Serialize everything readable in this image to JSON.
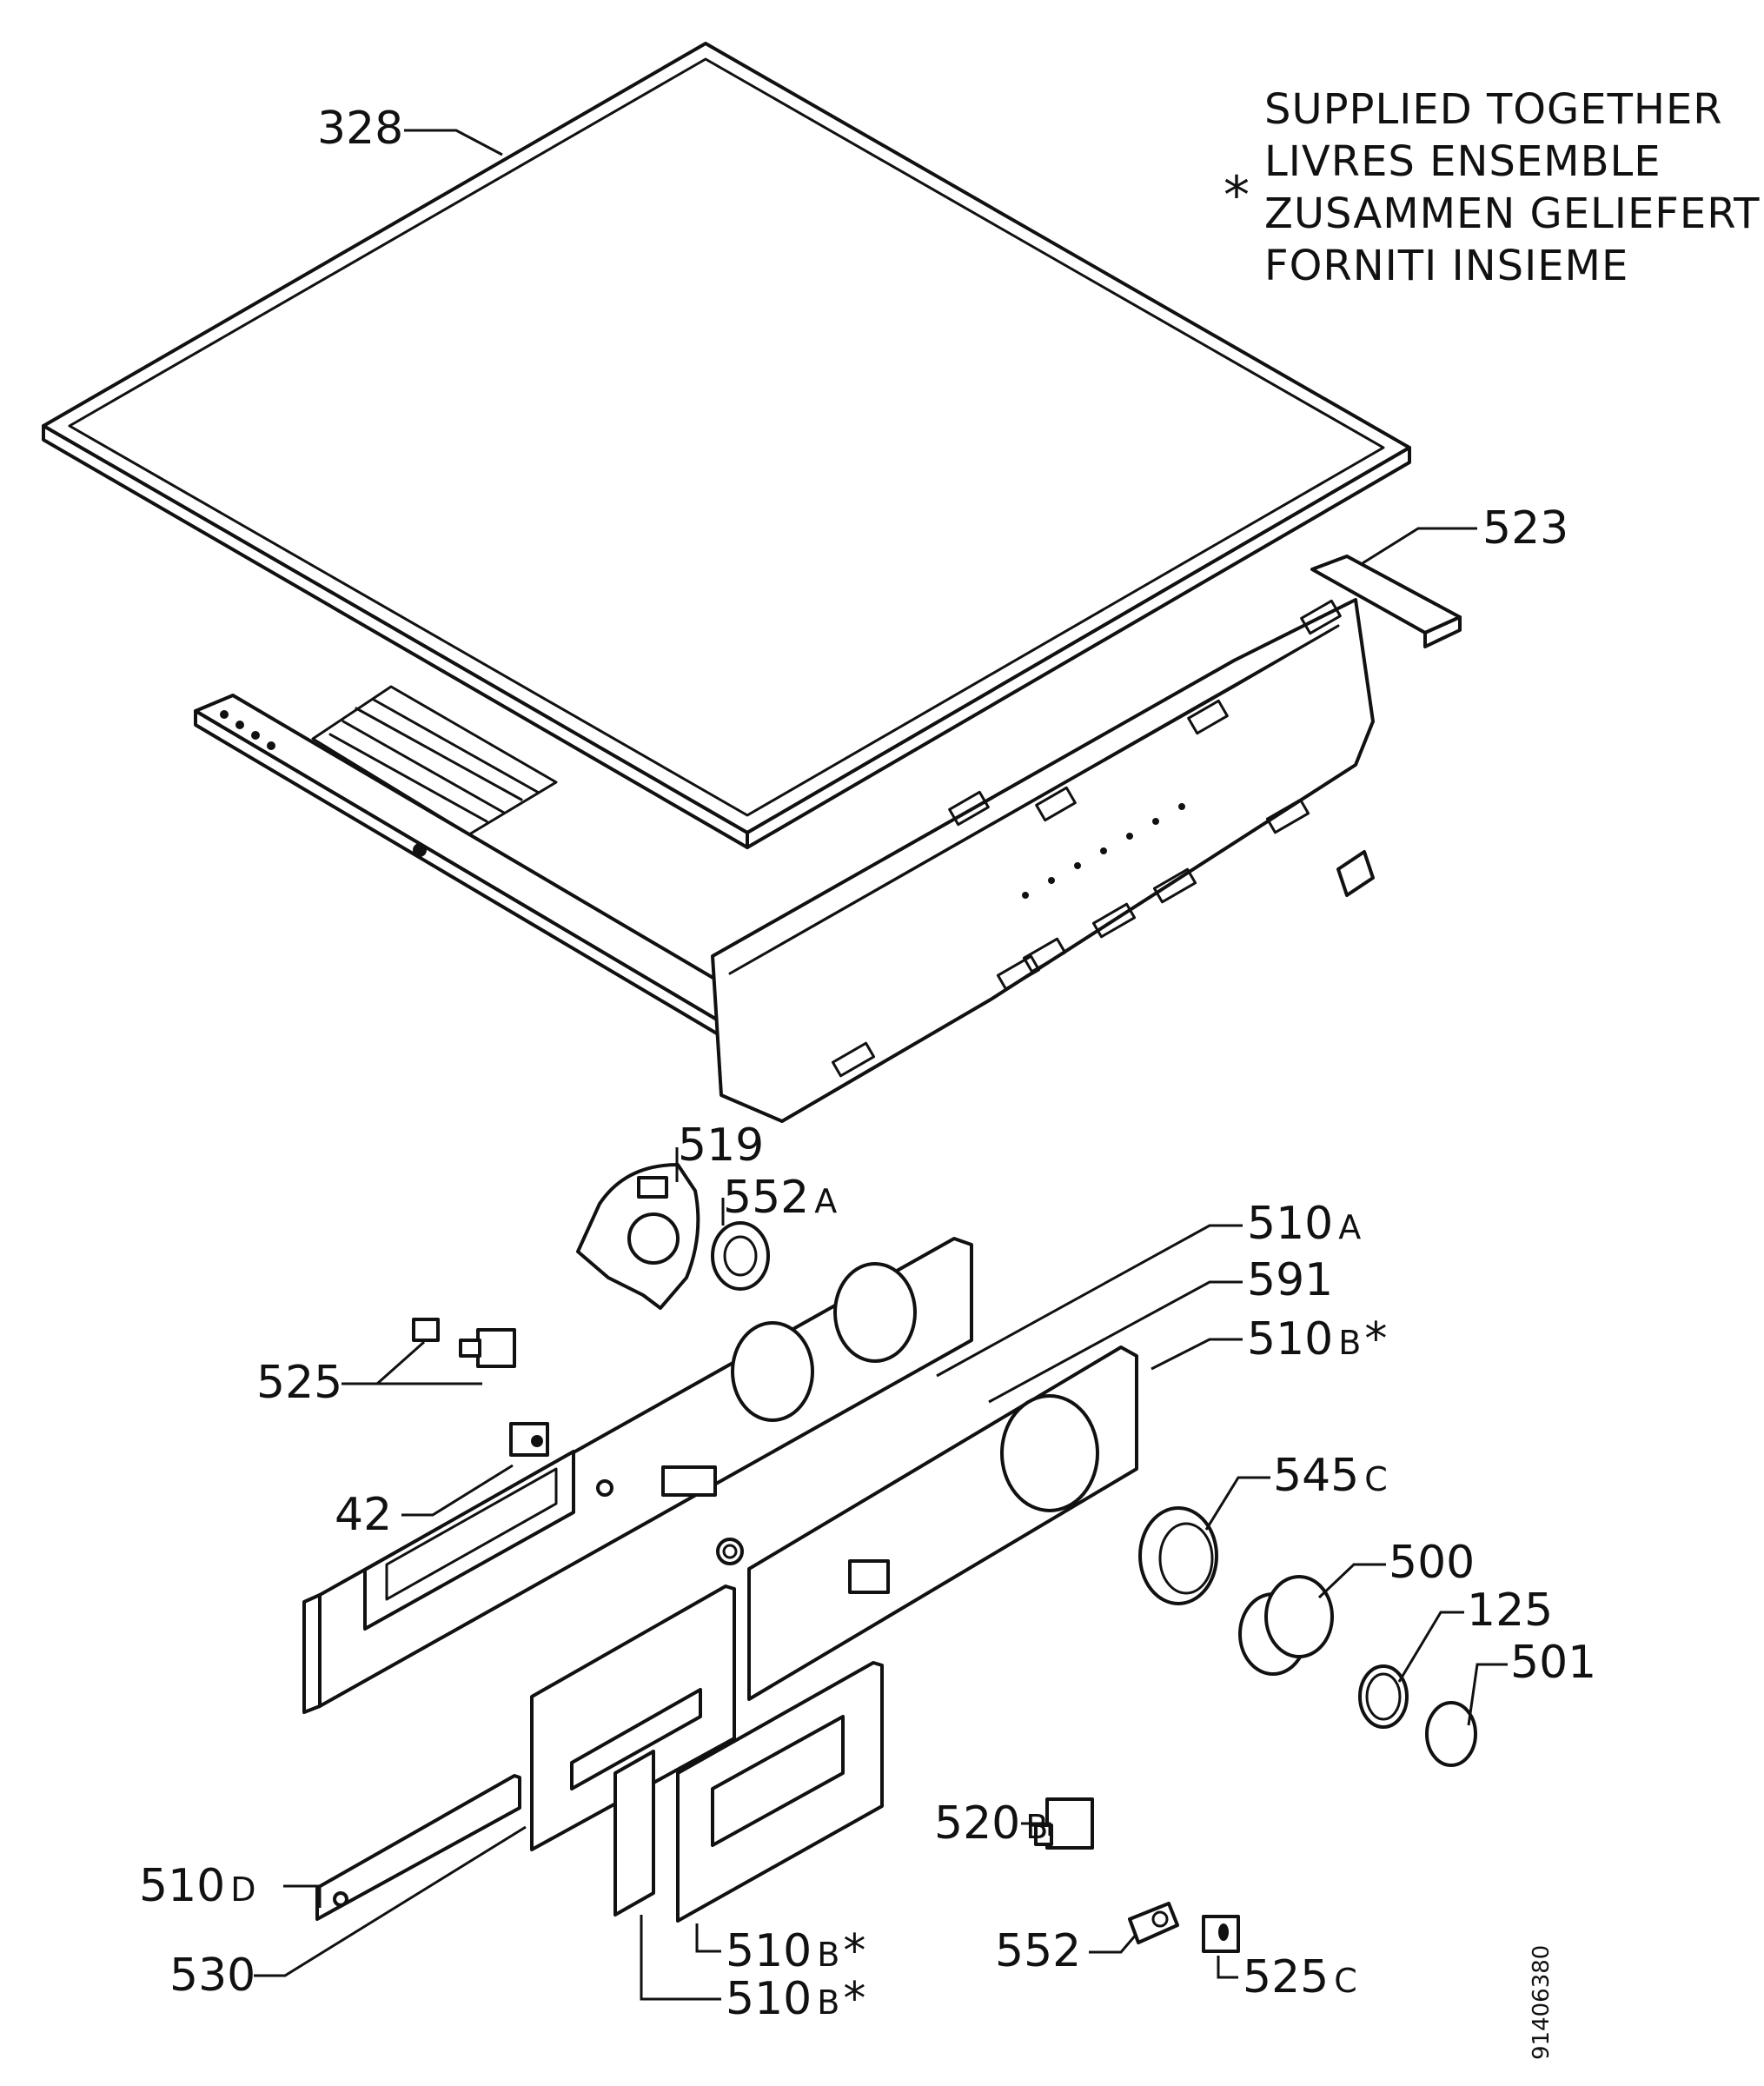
{
  "note": {
    "symbol": "*",
    "lines": [
      "SUPPLIED TOGETHER",
      "LIVRES ENSEMBLE",
      "ZUSAMMEN GELIEFERT",
      "FORNITI INSIEME"
    ]
  },
  "labels": {
    "p328": "328",
    "p523": "523",
    "p519": "519",
    "p552a": "552",
    "p552a_suffix": "A",
    "p510a": "510",
    "p510a_suffix": "A",
    "p591": "591",
    "p510b_1": "510",
    "p510b_1_suffix": "B",
    "p525": "525",
    "p42": "42",
    "p545c": "545",
    "p545c_suffix": "C",
    "p500": "500",
    "p125": "125",
    "p501": "501",
    "p520b": "520",
    "p520b_suffix": "B",
    "p510d": "510",
    "p510d_suffix": "D",
    "p552": "552",
    "p525c": "525",
    "p525c_suffix": "C",
    "p530": "530",
    "p510b_2": "510",
    "p510b_2_suffix": "B",
    "p510b_3": "510",
    "p510b_3_suffix": "B",
    "star": "*"
  },
  "document_number": "91406380"
}
